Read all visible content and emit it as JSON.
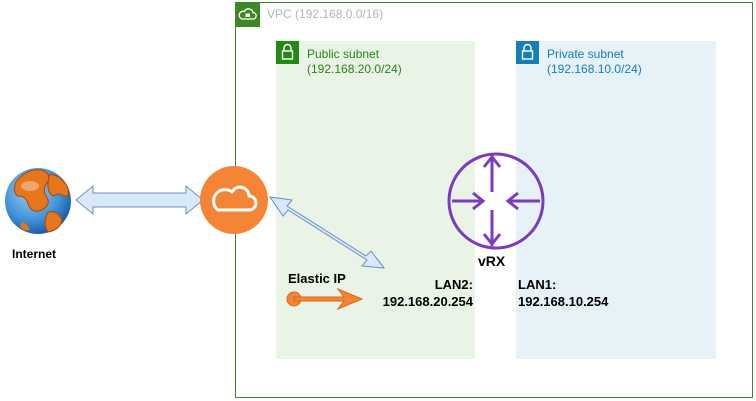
{
  "vpc": {
    "title": "VPC (192.168.0.0/16)"
  },
  "public_subnet": {
    "name": "Public subnet",
    "cidr": "(192.168.20.0/24)"
  },
  "private_subnet": {
    "name": "Private subnet",
    "cidr": "(192.168.10.0/24)"
  },
  "internet": {
    "label": "Internet"
  },
  "elastic_ip": {
    "label": "Elastic IP"
  },
  "router": {
    "label": "vRX"
  },
  "lan2": {
    "name": "LAN2:",
    "ip": "192.168.20.254"
  },
  "lan1": {
    "name": "LAN1:",
    "ip": "192.168.10.254"
  },
  "colors": {
    "vpc_border": "#3f8624",
    "public_fill": "#e9f3e6",
    "private_fill": "#e6f2f8",
    "public_text": "#248814",
    "private_text": "#147eba",
    "gateway": "#f58536",
    "router": "#7d3ac1",
    "arrow_fill": "#dae8fc",
    "arrow_stroke": "#6c8ebf"
  }
}
